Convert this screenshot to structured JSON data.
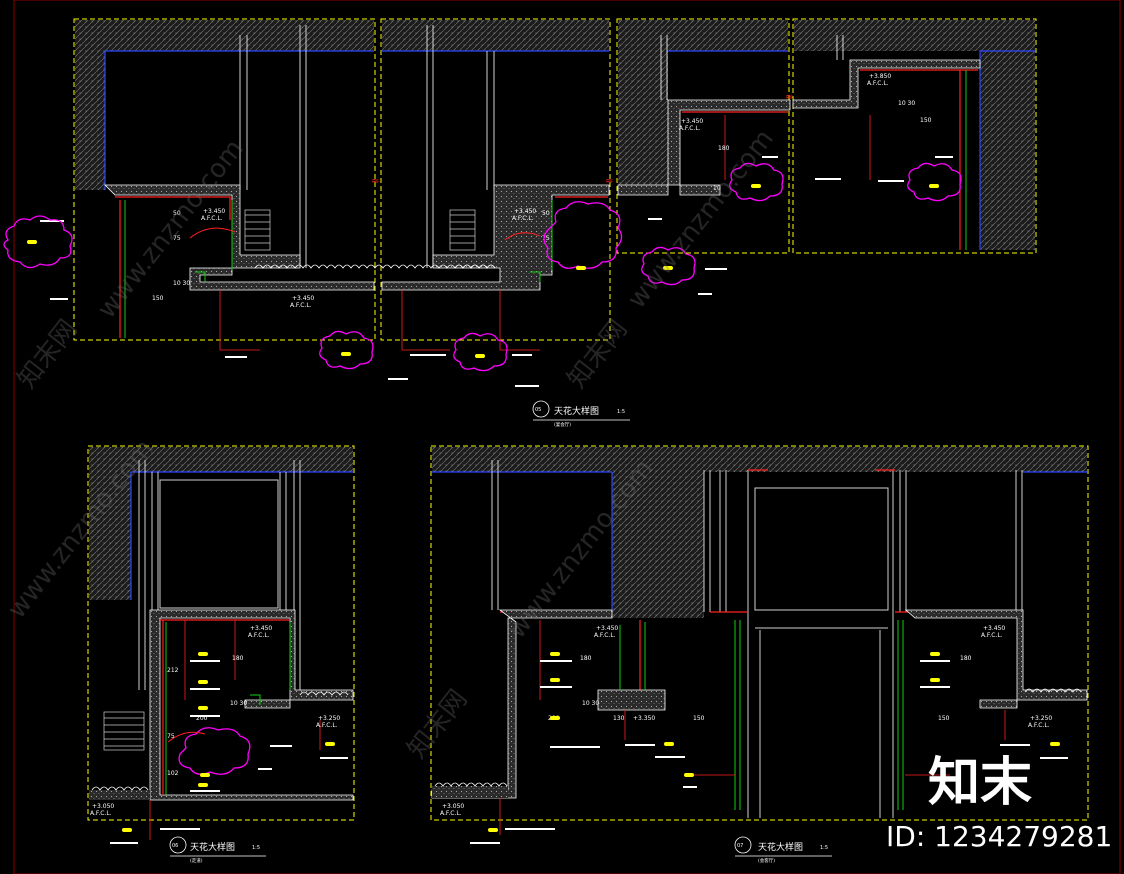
{
  "details": [
    {
      "number": "05",
      "title": "天花大样图",
      "scale": "1:5",
      "subtitle": "(宴会厅)"
    },
    {
      "number": "06",
      "title": "天花大样图",
      "scale": "1:5",
      "subtitle": "(走道)"
    },
    {
      "number": "07",
      "title": "天花大样图",
      "scale": "1:5",
      "subtitle": "(会客厅)"
    }
  ],
  "levels": {
    "l3850": "+3.850",
    "l3450": "+3.450",
    "l3050": "+3.050",
    "afcl": "A.F.C.L."
  },
  "dimensions": {
    "d150": "150",
    "d200": "200",
    "d212": "212",
    "d180": "180",
    "d130": "130",
    "d75": "75",
    "d50": "50",
    "d10": "10",
    "d102": "102",
    "d1030": "10 30",
    "d20": "20"
  },
  "watermark": {
    "site": "www.znzmo.com",
    "brand_cn": "知末网",
    "logo": "知末",
    "id_label": "ID: 1234279281"
  },
  "colors": {
    "frame": "#ffff00",
    "concrete_hatch": "#8a8a8a",
    "slab_line": "#2b47ff",
    "callout_cloud": "#ff00ff",
    "red_section": "#ff2020",
    "green_line": "#10d010",
    "white_line": "#ffffff",
    "sheet_border": "#8b0000"
  }
}
